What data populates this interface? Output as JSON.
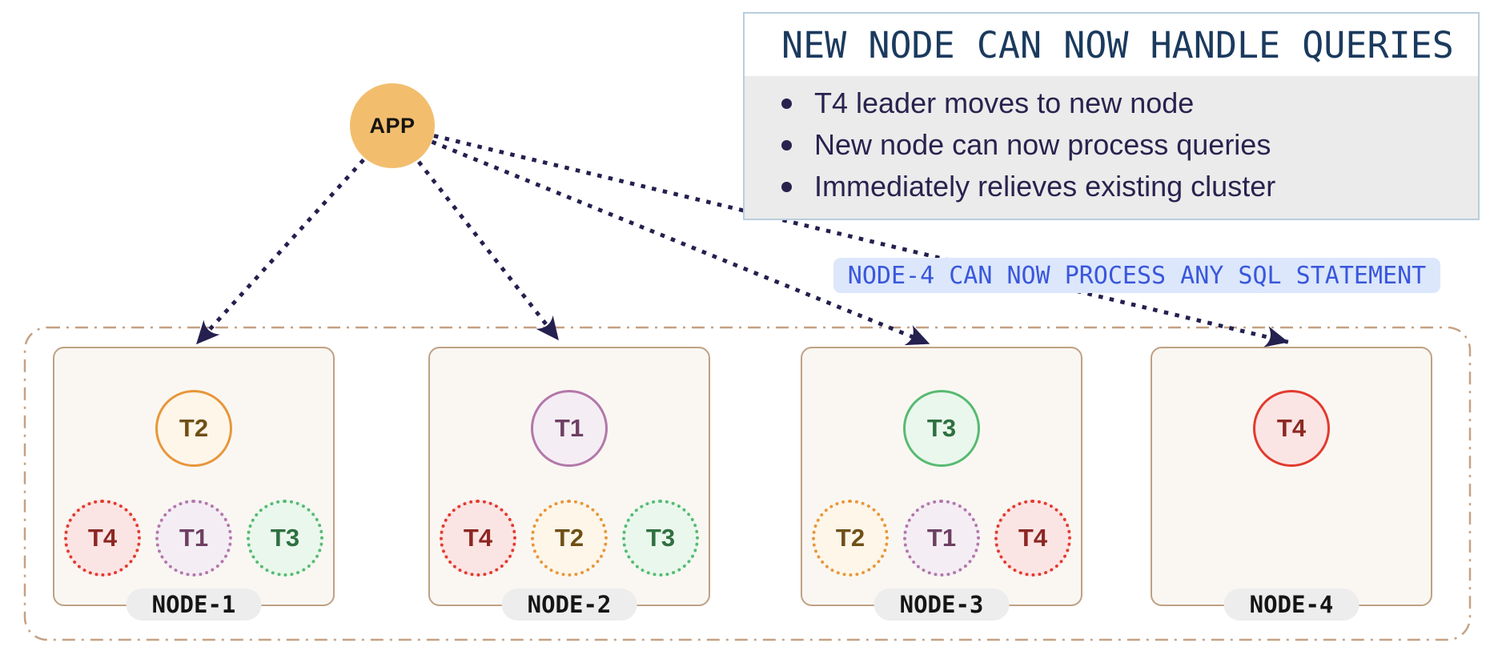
{
  "app": {
    "label": "APP"
  },
  "callout": {
    "title": "NEW NODE CAN NOW HANDLE QUERIES",
    "bullets": [
      "T4 leader moves to new node",
      "New node can now process queries",
      "Immediately relieves existing cluster"
    ]
  },
  "banner": {
    "text": "NODE-4 CAN NOW PROCESS ANY SQL STATEMENT"
  },
  "cluster": {
    "nodes": [
      {
        "name": "NODE-1",
        "leader": "T2",
        "followers": [
          "T4",
          "T1",
          "T3"
        ]
      },
      {
        "name": "NODE-2",
        "leader": "T1",
        "followers": [
          "T4",
          "T2",
          "T3"
        ]
      },
      {
        "name": "NODE-3",
        "leader": "T3",
        "followers": [
          "T2",
          "T1",
          "T4"
        ]
      },
      {
        "name": "NODE-4",
        "leader": "T4",
        "followers": []
      }
    ]
  },
  "tablets": {
    "T1": {
      "border": "#B377A9",
      "fill": "#F4EEF4",
      "text": "#6E3F63"
    },
    "T2": {
      "border": "#E8963B",
      "fill": "#FDF6E9",
      "text": "#6F4F16"
    },
    "T3": {
      "border": "#57BA70",
      "fill": "#EAF7ED",
      "text": "#2F7040"
    },
    "T4": {
      "border": "#E23A2E",
      "fill": "#FBE5E4",
      "text": "#8D2723"
    }
  },
  "colors": {
    "arrow": "#24204F",
    "app_fill": "#F2BE6E",
    "callout_border": "#B8CEDE",
    "callout_title_text": "#1B3A5E",
    "callout_body_bg": "#EBEBEB",
    "callout_body_text": "#2A224E",
    "banner_bg": "#DCE7FB",
    "banner_text": "#3A57DC",
    "cluster_border": "#C5A184",
    "node_bg": "#FAF7F3",
    "node_border": "#BFA184",
    "pill_bg": "#EDEDED",
    "pill_text": "#151515"
  }
}
